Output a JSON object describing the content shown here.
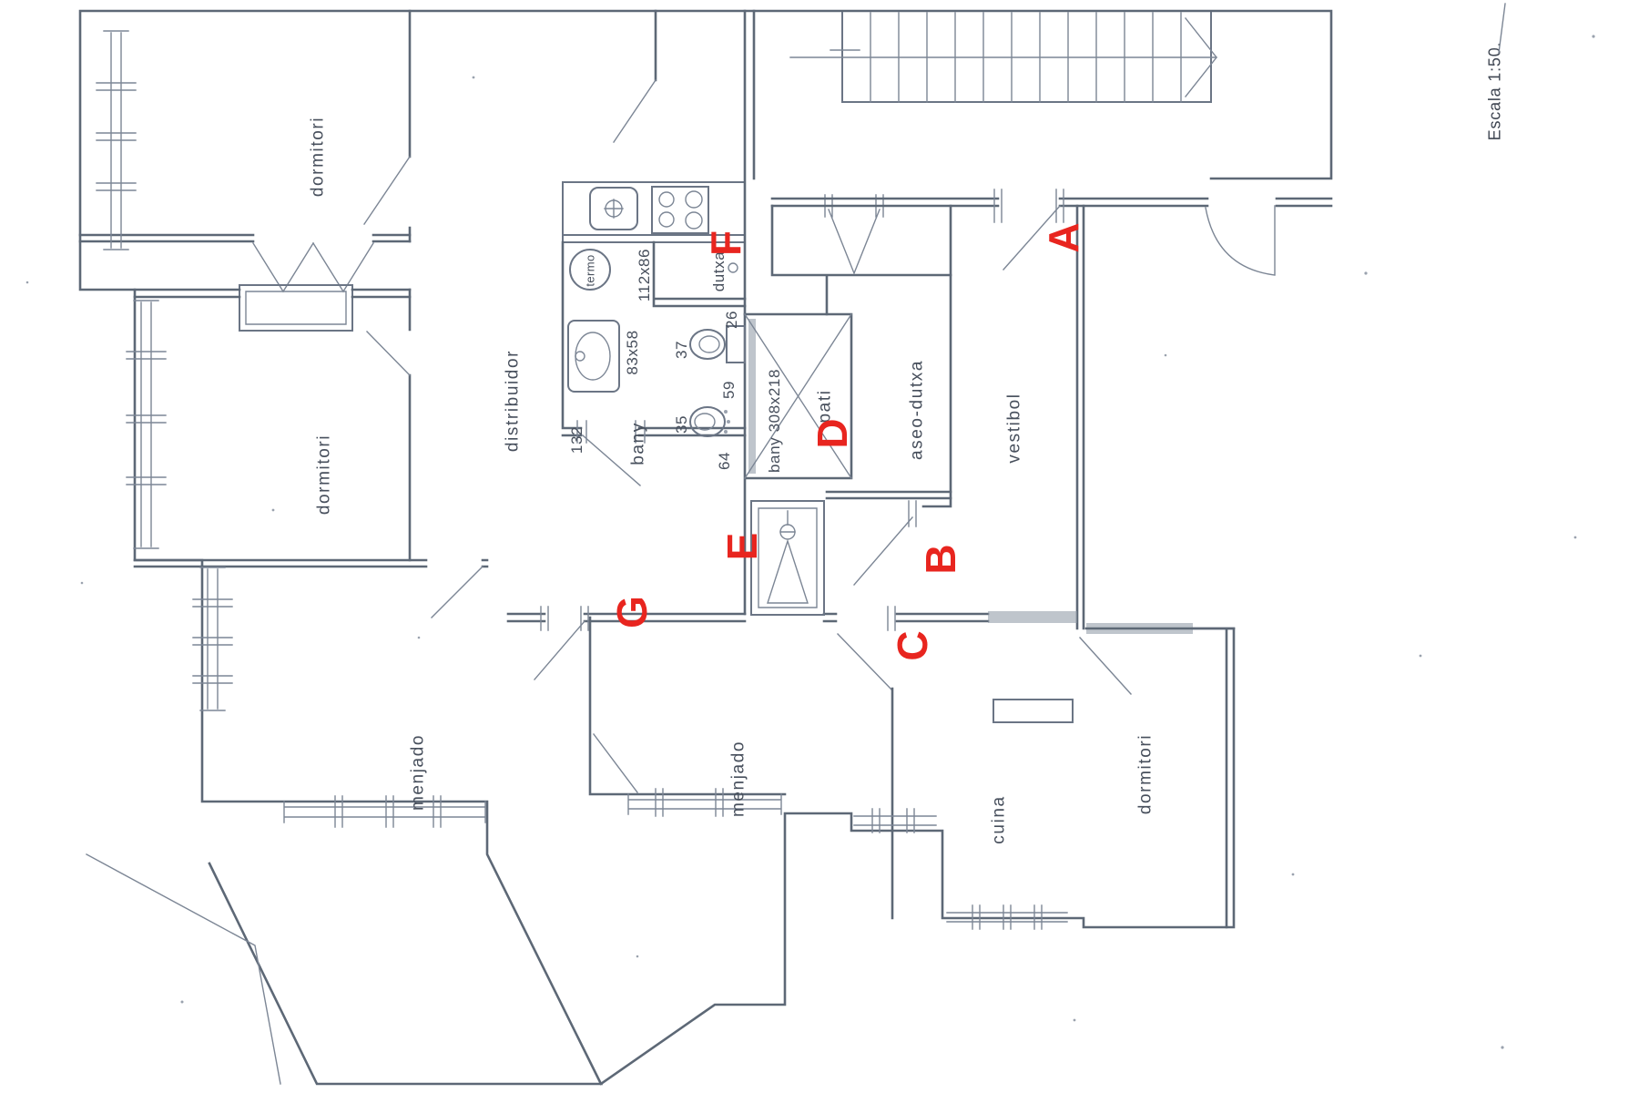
{
  "drawing": {
    "scale_note": "Escala 1:50.",
    "rooms": {
      "dormitori_top_left": "dormitori",
      "dormitori_mid_left": "dormitori",
      "dormitori_bottom_right": "dormitori",
      "distribuidor": "distribuidor",
      "bany": "bany",
      "dutxa": "dutxa",
      "pati": "pati",
      "aseo_dutxa": "aseo-dutxa",
      "vestibol": "vestibol",
      "cuina": "cuina",
      "menjado_left": "menjado",
      "menjado_center": "menjado"
    },
    "fixtures": {
      "water_heater": "termo"
    },
    "dims": {
      "shower_tray": "112x86",
      "washbasin": "83x58",
      "wc_cistern": "26",
      "wc_width": "37",
      "wc_bidet_gap": "59",
      "bidet_width": "35",
      "bidet_length": "64",
      "bany_door": "132",
      "bany_window": "bany 308x218"
    },
    "markers": [
      {
        "label": "A"
      },
      {
        "label": "B"
      },
      {
        "label": "C"
      },
      {
        "label": "D"
      },
      {
        "label": "E"
      },
      {
        "label": "F"
      },
      {
        "label": "G"
      }
    ],
    "colors": {
      "marker_red": "#e8251f",
      "ink": "#6b7585"
    }
  }
}
